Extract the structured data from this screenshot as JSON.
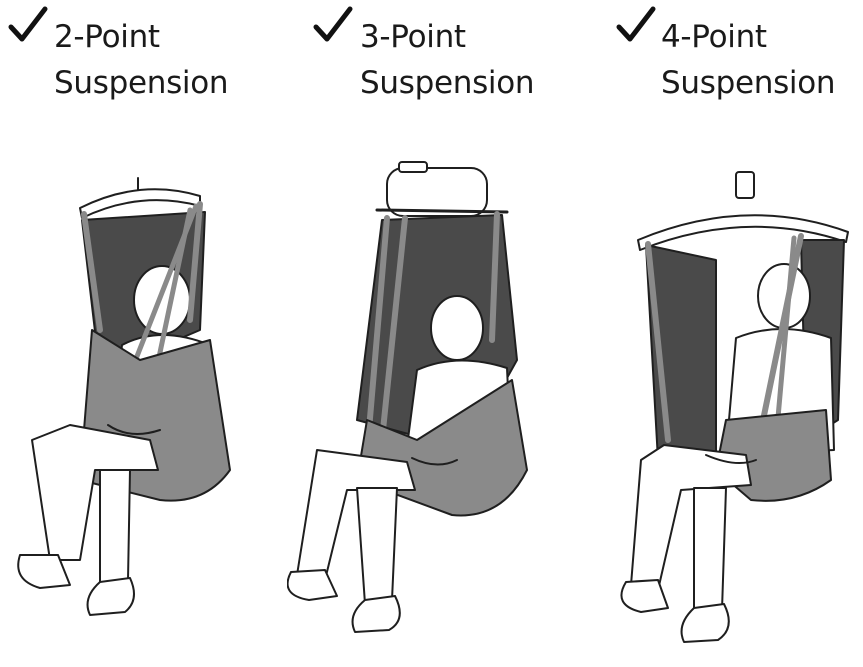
{
  "panels": [
    {
      "line1": "2-Point",
      "line2": "Suspension",
      "icon": "checkmark-icon"
    },
    {
      "line1": "3-Point",
      "line2": "Suspension",
      "icon": "checkmark-icon"
    },
    {
      "line1": "4-Point",
      "line2": "Suspension",
      "icon": "checkmark-icon"
    }
  ],
  "colors": {
    "sling": "#8a8a8a",
    "sling_dark": "#4a4a4a",
    "outline": "#1f1f1f",
    "skin": "#ffffff"
  }
}
